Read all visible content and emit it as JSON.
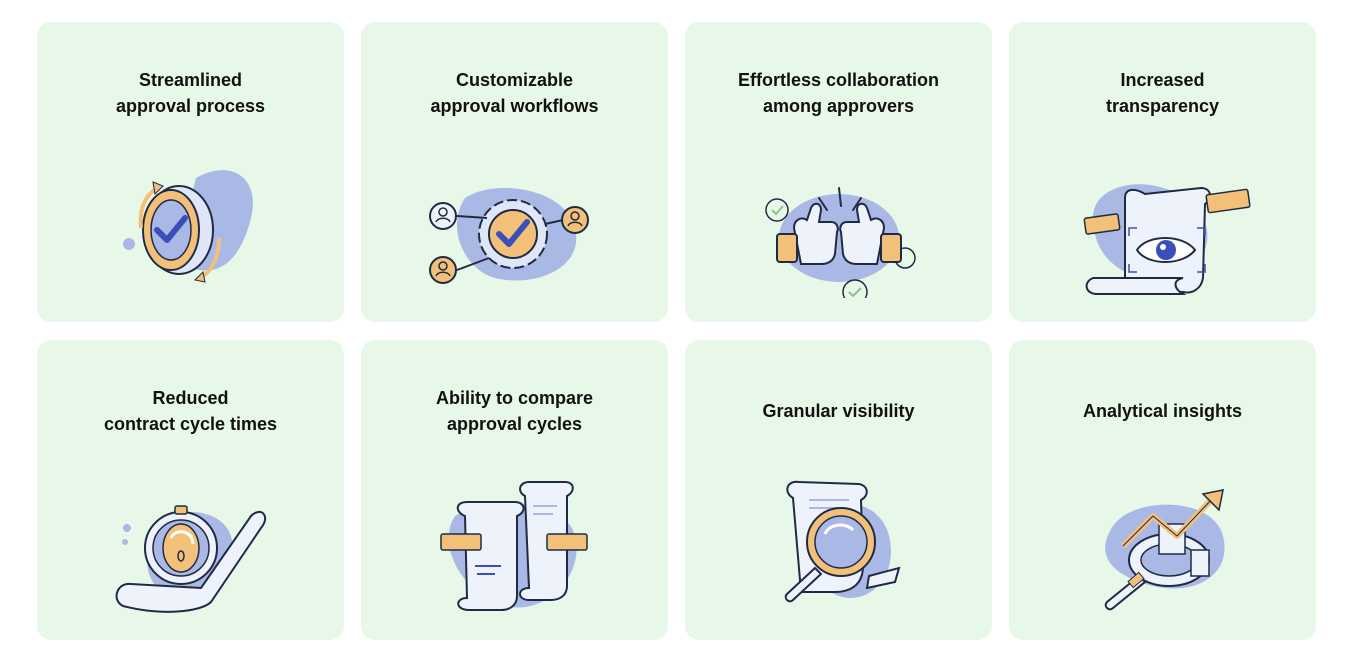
{
  "palette": {
    "card_bg": "#e8f8e8",
    "blob": "#aab8e6",
    "accent_blue": "#3b4fb8",
    "accent_orange": "#f3c07a",
    "paper": "#eef2fb",
    "ink": "#1f2a44"
  },
  "cards": [
    {
      "title": "Streamlined\napproval process",
      "icon": "rotating-check-coin-icon"
    },
    {
      "title": "Customizable\napproval workflows",
      "icon": "gear-with-users-icon"
    },
    {
      "title": "Effortless collaboration\namong approvers",
      "icon": "thumbs-up-fist-bump-icon"
    },
    {
      "title": "Increased\ntransparency",
      "icon": "document-eye-icon"
    },
    {
      "title": "Reduced\ncontract cycle times",
      "icon": "stopwatch-scroll-icon"
    },
    {
      "title": "Ability to compare\napproval cycles",
      "icon": "two-scrolls-compare-icon"
    },
    {
      "title": "Granular visibility",
      "icon": "magnifier-document-icon"
    },
    {
      "title": "Analytical insights",
      "icon": "magnifier-growth-chart-icon"
    }
  ]
}
